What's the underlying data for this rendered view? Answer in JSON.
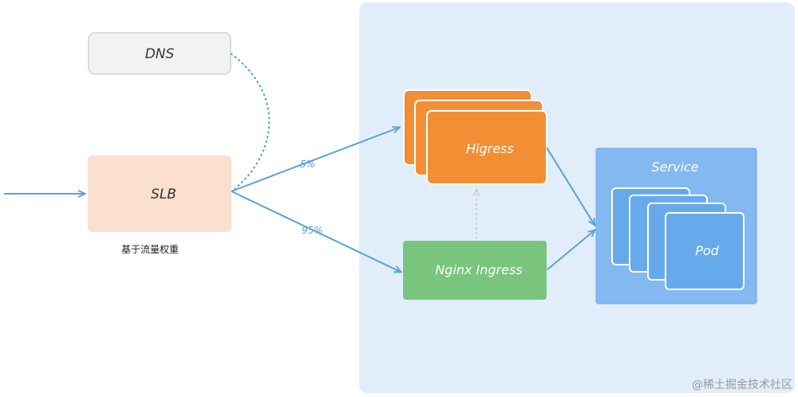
{
  "nodes": {
    "dns": {
      "label": "DNS"
    },
    "slb": {
      "label": "SLB"
    },
    "higress": {
      "label": "Higress"
    },
    "nginx": {
      "label": "Nginx Ingress"
    },
    "service": {
      "label": "Service"
    },
    "pod": {
      "label": "Pod"
    }
  },
  "edges": {
    "to_higress": {
      "label": "5%"
    },
    "to_nginx": {
      "label": "95%"
    }
  },
  "caption": "基于流量权重",
  "watermark": "@稀土掘金技术社区",
  "colors": {
    "cluster_bg": "#e1eef9",
    "dns_fill": "#f1f3f2",
    "slb_fill": "#fbe0cf",
    "higress_fill": "#f28f35",
    "nginx_fill": "#79c57e",
    "service_fill": "#84b8f1",
    "pod_fill": "#67aaeb",
    "edge": "#5aa0d8"
  }
}
